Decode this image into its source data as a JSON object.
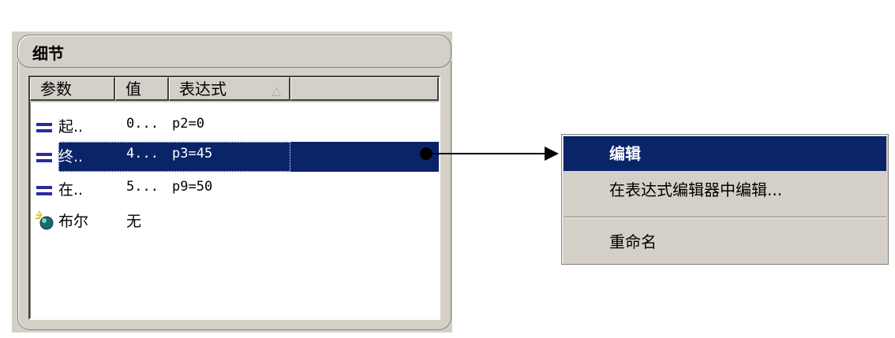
{
  "group": {
    "title": "细节"
  },
  "listview": {
    "columns": [
      "参数",
      "值",
      "表达式"
    ],
    "sort_indicator": "△",
    "rows": [
      {
        "icon": "equals-icon",
        "param": "起..",
        "value": "0...",
        "expression": "p2=0",
        "selected": false
      },
      {
        "icon": "equals-icon",
        "param": "终..",
        "value": "4...",
        "expression": "p3=45",
        "selected": true
      },
      {
        "icon": "equals-icon",
        "param": "在..",
        "value": "5...",
        "expression": "p9=50",
        "selected": false
      },
      {
        "icon": "boolean-icon",
        "param": "布尔",
        "value": "无",
        "expression": "",
        "selected": false
      }
    ]
  },
  "context_menu": {
    "items": [
      {
        "label": "编辑",
        "selected": true
      },
      {
        "label": "在表达式编辑器中编辑..."
      },
      {
        "label": "重命名"
      }
    ]
  },
  "colors": {
    "selection": "#0a246a",
    "panel": "#d4d0c8",
    "equals_icon": "#2a2aa0"
  }
}
